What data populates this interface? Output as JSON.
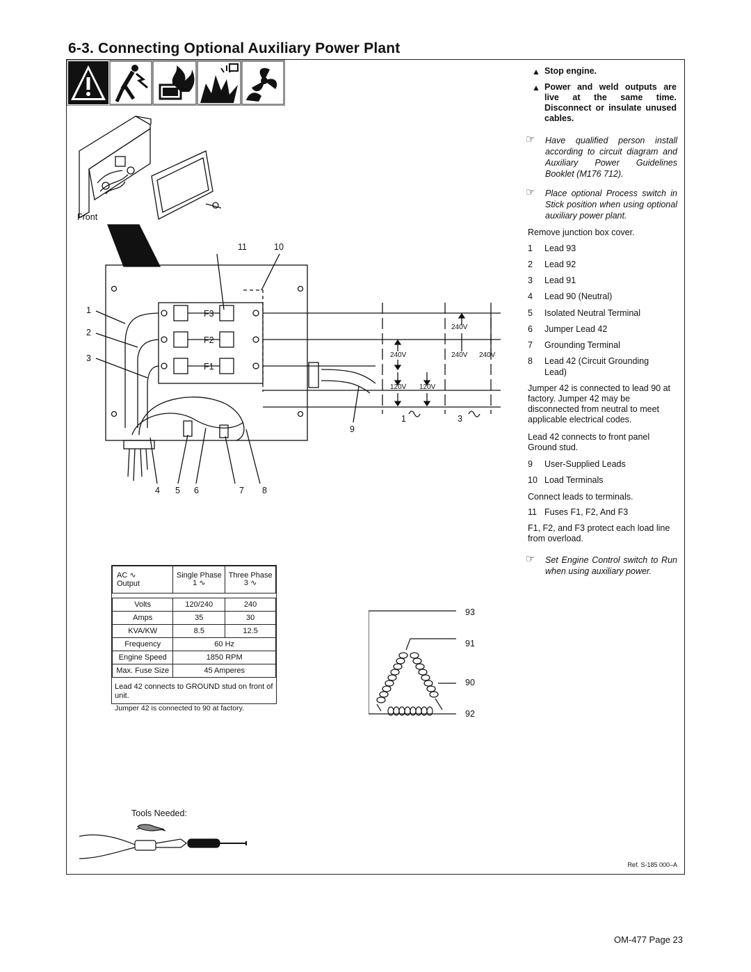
{
  "title": "6-3.   Connecting Optional Auxiliary Power Plant",
  "warnings": [
    "Stop engine.",
    "Power and weld outputs are live at the same time. Disconnect or insulate unused cables."
  ],
  "notes": [
    "Have qualified person install according to circuit diagram and Auxiliary Power Guidelines Booklet (M176 712).",
    "Place optional Process switch in Stick position when using optional auxiliary power plant."
  ],
  "intro": "Remove junction box cover.",
  "items_a": [
    {
      "num": "1",
      "label": "Lead 93"
    },
    {
      "num": "2",
      "label": "Lead 92"
    },
    {
      "num": "3",
      "label": "Lead 91"
    },
    {
      "num": "4",
      "label": "Lead 90 (Neutral)"
    },
    {
      "num": "5",
      "label": "Isolated Neutral Terminal"
    },
    {
      "num": "6",
      "label": "Jumper Lead 42"
    },
    {
      "num": "7",
      "label": "Grounding Terminal"
    }
  ],
  "item8": {
    "num": "8",
    "label": "Lead 42 (Circuit Grounding Lead)"
  },
  "para_jumper": "Jumper 42 is connected to lead 90 at factory. Jumper 42 may be disconnected from neutral to meet applicable electrical codes.",
  "para_lead42": "Lead 42 connects to front panel Ground stud.",
  "items_b": [
    {
      "num": "9",
      "label": "User-Supplied Leads"
    },
    {
      "num": "10",
      "label": "Load Terminals"
    }
  ],
  "para_connect": "Connect leads to terminals.",
  "item11": {
    "num": "11",
    "label": "Fuses F1, F2, And F3"
  },
  "para_fuses": "F1, F2, and F3 protect each load line from overload.",
  "note_final": "Set Engine Control switch to Run when using auxiliary power.",
  "diagram": {
    "front": "Front",
    "callouts": [
      "1",
      "2",
      "3",
      "4",
      "5",
      "6",
      "7",
      "8",
      "9",
      "10",
      "11"
    ],
    "fuses": [
      "F3",
      "F2",
      "F1"
    ],
    "volts_240": "240V",
    "volts_120": "120V",
    "phase1": "1",
    "phase3": "3",
    "leads": [
      "93",
      "91",
      "90",
      "92"
    ]
  },
  "spec_table": {
    "header": [
      "AC",
      "Output",
      "Single Phase",
      "1",
      "Three Phase",
      "3"
    ],
    "rows": [
      [
        "Volts",
        "120/240",
        "240"
      ],
      [
        "Amps",
        "35",
        "30"
      ],
      [
        "KVA/KW",
        "8.5",
        "12.5"
      ]
    ],
    "frequency": [
      "Frequency",
      "60 Hz"
    ],
    "engine_speed": [
      "Engine Speed",
      "1850 RPM"
    ],
    "fuse_size": [
      "Max. Fuse Size",
      "45 Amperes"
    ],
    "footnote1": "Lead 42 connects to GROUND stud on front of unit.",
    "footnote2": "Jumper 42 is connected to 90 at factory."
  },
  "tools_label": "Tools Needed:",
  "ref": "Ref. S-185 000–A",
  "footer": "OM-477 Page 23"
}
